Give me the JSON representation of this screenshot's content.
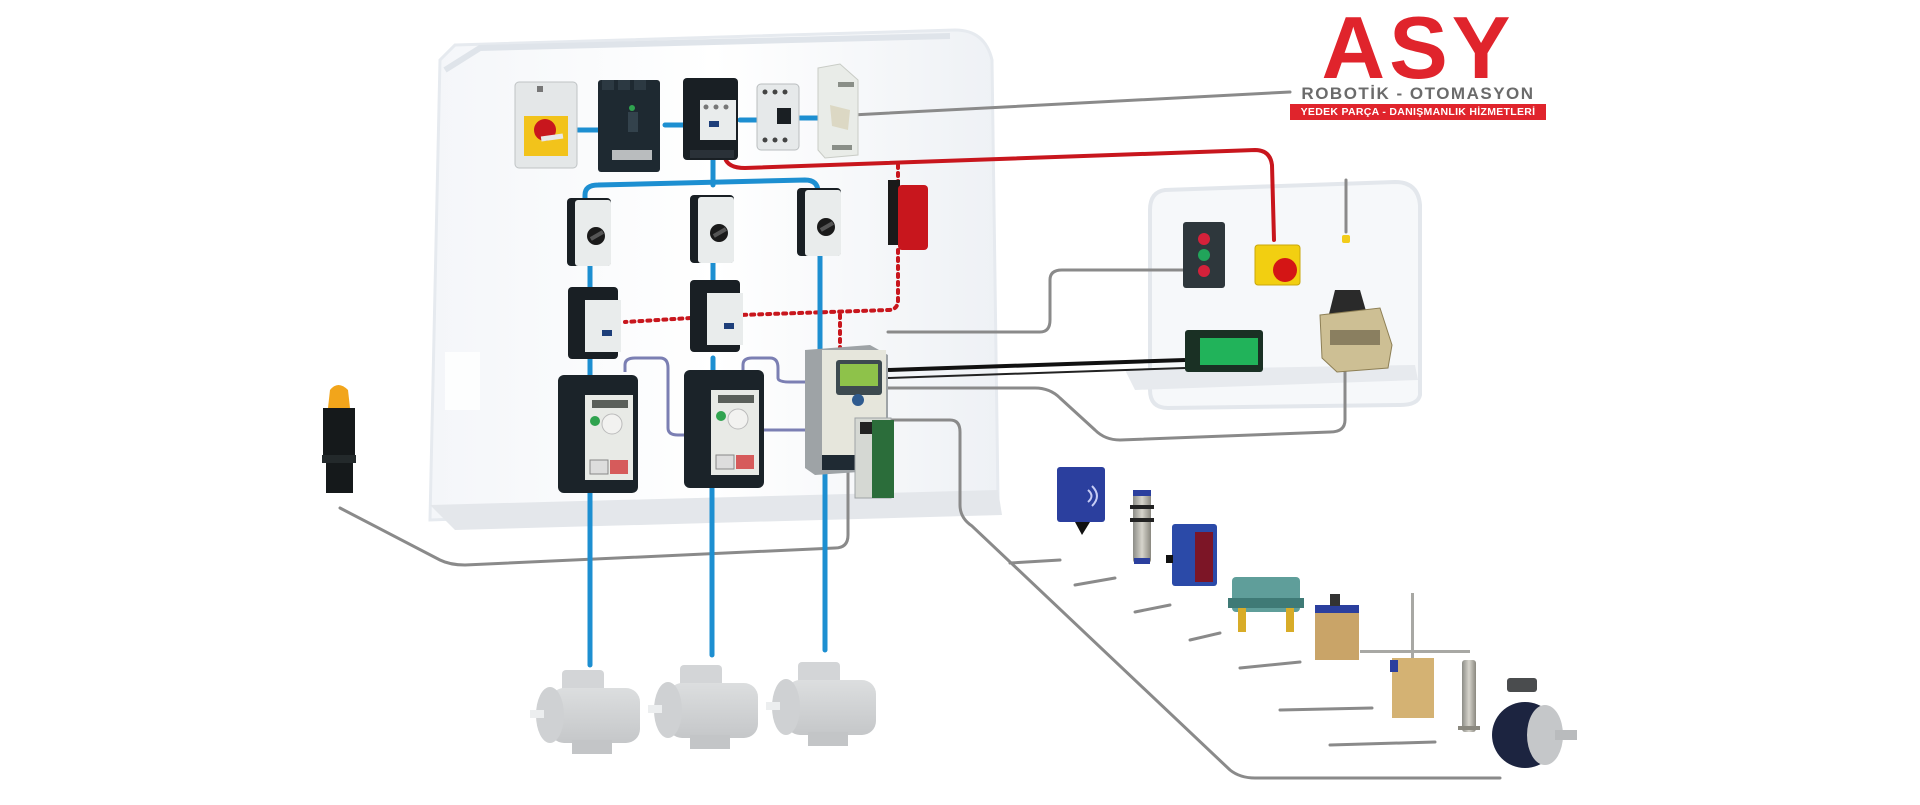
{
  "logo": {
    "brand": "ASY",
    "tagline": "ROBOTİK - OTOMASYON",
    "subtitle": "YEDEK PARÇA - DANIŞMANLIK HİZMETLERİ",
    "brand_color": "#e0242c",
    "tagline_color": "#6b6b6b"
  },
  "diagram": {
    "title": "Automation control panel architecture",
    "colors": {
      "power_wire": "#1d8fd1",
      "safety_wire": "#c8161d",
      "control_wire": "#7b7fb3",
      "signal_wire": "#8a8a8a",
      "display_wire": "#111111",
      "cabinet": "#eef1f5",
      "device_dark": "#1f2a33",
      "device_light": "#e9ecec",
      "sensor_blue": "#2b3f9e",
      "motor_gray": "#cfd1d3"
    },
    "main_cabinet": {
      "top_row": [
        {
          "id": "main-switch",
          "label": "Main disconnect switch"
        },
        {
          "id": "circuit-breaker",
          "label": "Molded case circuit breaker"
        },
        {
          "id": "main-contactor",
          "label": "Main contactor"
        },
        {
          "id": "motor-protector",
          "label": "Motor circuit breaker"
        },
        {
          "id": "power-supply",
          "label": "Power supply"
        }
      ],
      "motor_breakers": [
        {
          "id": "motor-breaker-1",
          "label": "Motor breaker 1"
        },
        {
          "id": "motor-breaker-2",
          "label": "Motor breaker 2"
        },
        {
          "id": "motor-breaker-3",
          "label": "Motor breaker 3"
        }
      ],
      "safety_relay": {
        "id": "safety-relay",
        "label": "Safety relay"
      },
      "contactors": [
        {
          "id": "contactor-1",
          "label": "Contactor 1"
        },
        {
          "id": "contactor-2",
          "label": "Contactor 2"
        }
      ],
      "drives": [
        {
          "id": "drive-1",
          "label": "Variable speed drive 1"
        },
        {
          "id": "drive-2",
          "label": "Variable speed drive 2"
        },
        {
          "id": "drive-3",
          "label": "Variable speed drive 3 with controller"
        }
      ]
    },
    "operator_panel": {
      "pushbutton_station": {
        "id": "pushbutton-station",
        "label": "Pushbutton station"
      },
      "emergency_stop": {
        "id": "emergency-stop",
        "label": "Emergency stop"
      },
      "joystick": {
        "id": "joystick",
        "label": "Joystick controller"
      },
      "display": {
        "id": "text-display",
        "label": "Display terminal"
      }
    },
    "beacon": {
      "id": "beacon",
      "label": "Signal beacon"
    },
    "motors": [
      {
        "id": "motor-1",
        "label": "Motor 1"
      },
      {
        "id": "motor-2",
        "label": "Motor 2"
      },
      {
        "id": "motor-3",
        "label": "Motor 3"
      }
    ],
    "sensors": [
      {
        "id": "inductive-sensor-flat",
        "label": "Flat inductive sensor"
      },
      {
        "id": "inductive-sensor-cyl",
        "label": "Cylindrical inductive sensor"
      },
      {
        "id": "photo-sensor",
        "label": "Photoelectric sensor"
      },
      {
        "id": "limit-switch-box",
        "label": "Limit switch"
      },
      {
        "id": "limit-switch-lever",
        "label": "Limit switch with roller"
      },
      {
        "id": "limit-switch-rod",
        "label": "Rod limit switch"
      },
      {
        "id": "cyl-sensor-small",
        "label": "Cylindrical sensor"
      },
      {
        "id": "rotary-encoder",
        "label": "Rotary encoder"
      }
    ]
  }
}
